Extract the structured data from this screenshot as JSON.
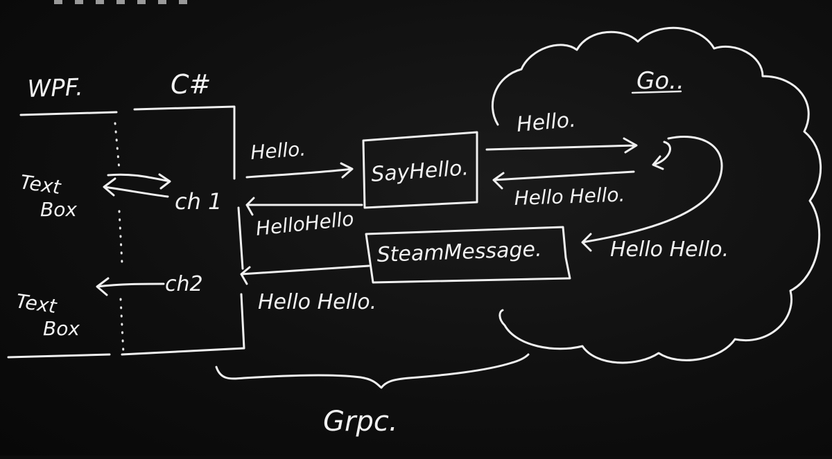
{
  "labels": {
    "wpf": "WPF.",
    "csharp": "C#",
    "go": "Go..",
    "textbox1_line1": "Text",
    "textbox1_line2": "Box",
    "textbox2_line1": "Text",
    "textbox2_line2": "Box",
    "ch1": "ch 1",
    "ch2": "ch2",
    "grpc": "Grpc."
  },
  "boxes": {
    "sayhello": "SayHello.",
    "steammessage": "SteamMessage."
  },
  "arrows": {
    "hello_to_sayhello": "Hello.",
    "hellohello_from_sayhello": "HelloHello",
    "hello_to_go": "Hello.",
    "hellohello_from_go": "Hello Hello.",
    "hellohello_to_stream": "Hello Hello.",
    "hellohello_stream_to_ch2": "Hello Hello."
  },
  "colors": {
    "board": "#0d0d0d",
    "chalk": "#f0f0f0"
  }
}
